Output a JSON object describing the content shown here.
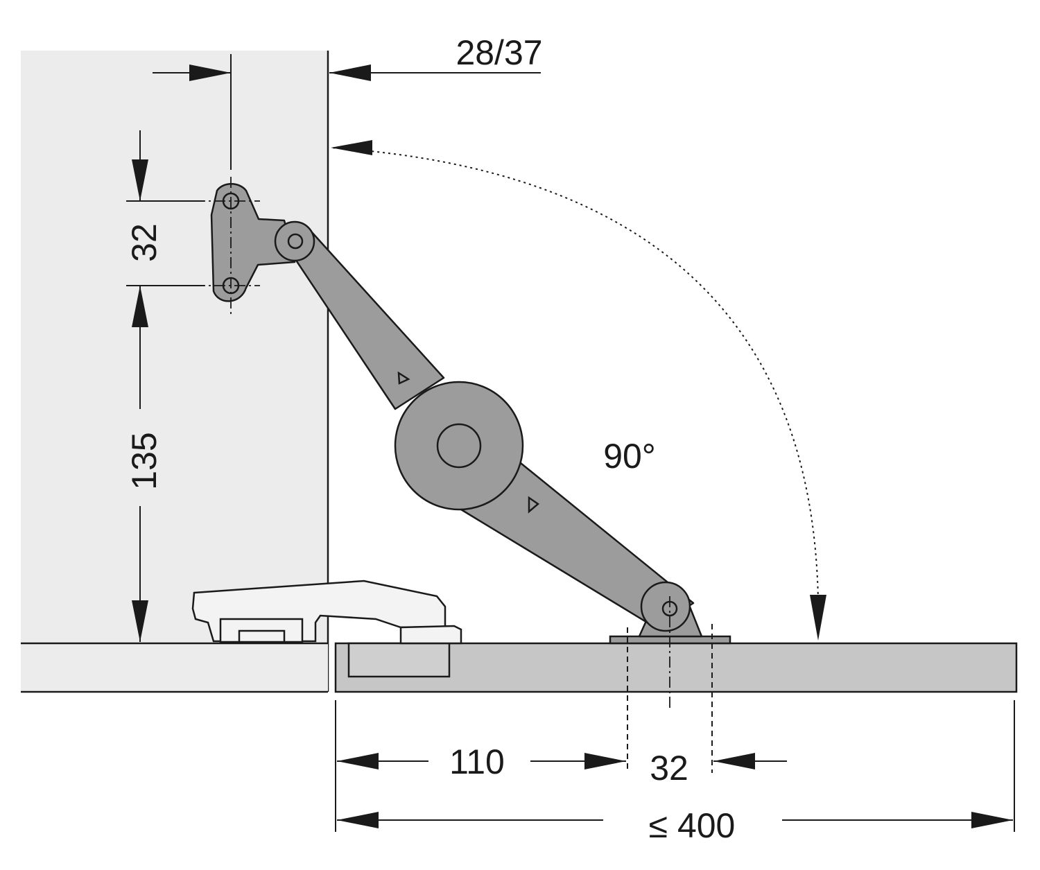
{
  "dimensions": {
    "top_offset": "28/37",
    "hole_spacing_vertical": "32",
    "height_from_base": "135",
    "angle": "90°",
    "horizontal_offset": "110",
    "hole_spacing_horizontal": "32",
    "max_depth": "≤ 400"
  },
  "colors": {
    "side_panel": "#ececec",
    "flap": "#c6c6c6",
    "mechanism": "#9c9c9c",
    "hinge": "#f3f3f3",
    "line": "#1a1a1a"
  }
}
